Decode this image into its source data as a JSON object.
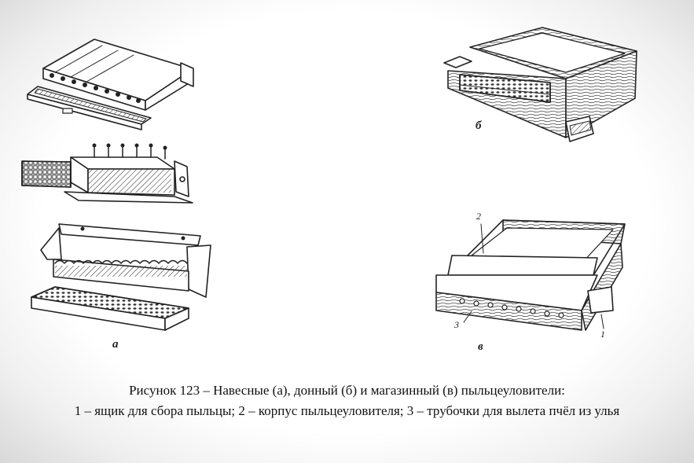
{
  "labels": {
    "a": "а",
    "b": "б",
    "v": "в"
  },
  "callouts": {
    "c1": "1",
    "c2": "2",
    "c3": "3"
  },
  "caption": {
    "title": "Рисунок 123 – Навесные (а), донный (б) и магазинный (в) пыльцеуловители:",
    "legend": "1 – ящик для сбора пыльцы; 2 – корпус пыльцеуловителя; 3 – трубочки для вылета пчёл из улья"
  }
}
